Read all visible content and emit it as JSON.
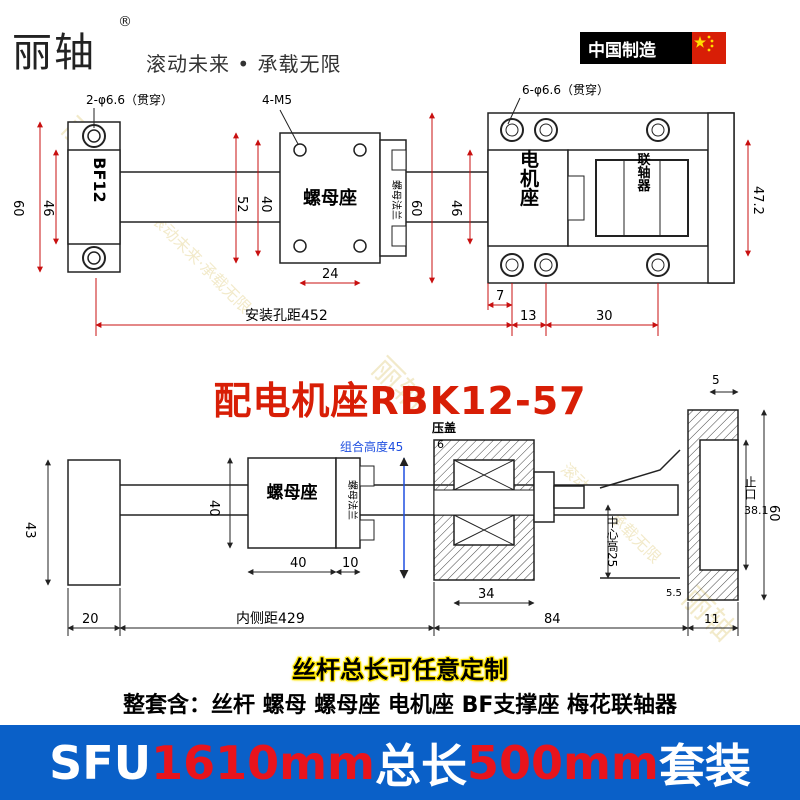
{
  "brand": {
    "name": "丽轴",
    "registered": "®",
    "slogan": "滚动未来 • 承载无限"
  },
  "badge": {
    "text": "中国制造"
  },
  "top_view": {
    "bf_label": "BF12",
    "bf_hole_note": "2-φ6.6（贯穿）",
    "bf_height": "60",
    "bf_inner": "46",
    "nut_label": "螺母座",
    "nut_hole_note": "4-M5",
    "nut_flange_label": "螺母法兰",
    "nut_h1": "52",
    "nut_h2": "40",
    "nut_w": "24",
    "motor_label": "电机座",
    "motor_hole_note": "6-φ6.6（贯穿）",
    "motor_h1": "60",
    "motor_h2": "46",
    "motor_right": "47.2",
    "coupling_label": "联轴器",
    "dim_7": "7",
    "dim_13": "13",
    "dim_30": "30",
    "mount_span": "安装孔距452"
  },
  "title": "配电机座RBK12-57",
  "side_view": {
    "nut_label": "螺母座",
    "nut_flange_label": "螺母法兰",
    "cover_label": "压盖",
    "assembly_height": "组合高度45",
    "dim_6": "6",
    "dim_5": "5",
    "left_height": "43",
    "nut_height": "40",
    "nut_w": "40",
    "flange_w": "10",
    "center_height": "中心高25",
    "dim_34": "34",
    "spigot": "止口",
    "spigot_val": "38.1",
    "right_height": "60",
    "dim_55": "5.5",
    "dim_11": "11",
    "dim_20": "20",
    "inner_span": "内侧距429",
    "dim_84": "84"
  },
  "custom_note": "丝杆总长可任意定制",
  "includes": "整套含：丝杆 螺母 螺母座 电机座 BF支撑座 梅花联轴器",
  "bottom": {
    "p1": "SFU",
    "p2": "1610mm",
    "p3": "总长",
    "p4": "500mm",
    "p5": "套装"
  },
  "colors": {
    "red": "#e8141c",
    "blue": "#0a60c8",
    "dimension_red": "#c81010",
    "dim_blue": "#1f4fe0"
  }
}
